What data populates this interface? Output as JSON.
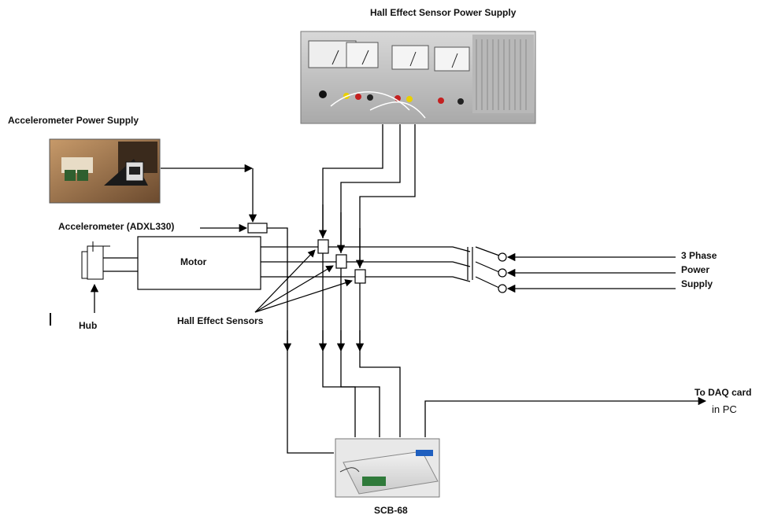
{
  "labels": {
    "hall_supply": "Hall Effect Sensor Power Supply",
    "accel_supply": "Accelerometer Power Supply",
    "accelerometer": "Accelerometer (ADXL330)",
    "motor": "Motor",
    "hub": "Hub",
    "hall_sensors": "Hall Effect Sensors",
    "three_phase_1": "3 Phase",
    "three_phase_2": "Power",
    "three_phase_3": "Supply",
    "daq_1": "To DAQ card",
    "daq_2": "in PC",
    "scb": "SCB-68"
  },
  "photos": {
    "hall_supply": "lab bench power supply with analog meters",
    "accel_supply": "battery pack and small supply on bench",
    "scb": "SCB-68 connector block"
  }
}
